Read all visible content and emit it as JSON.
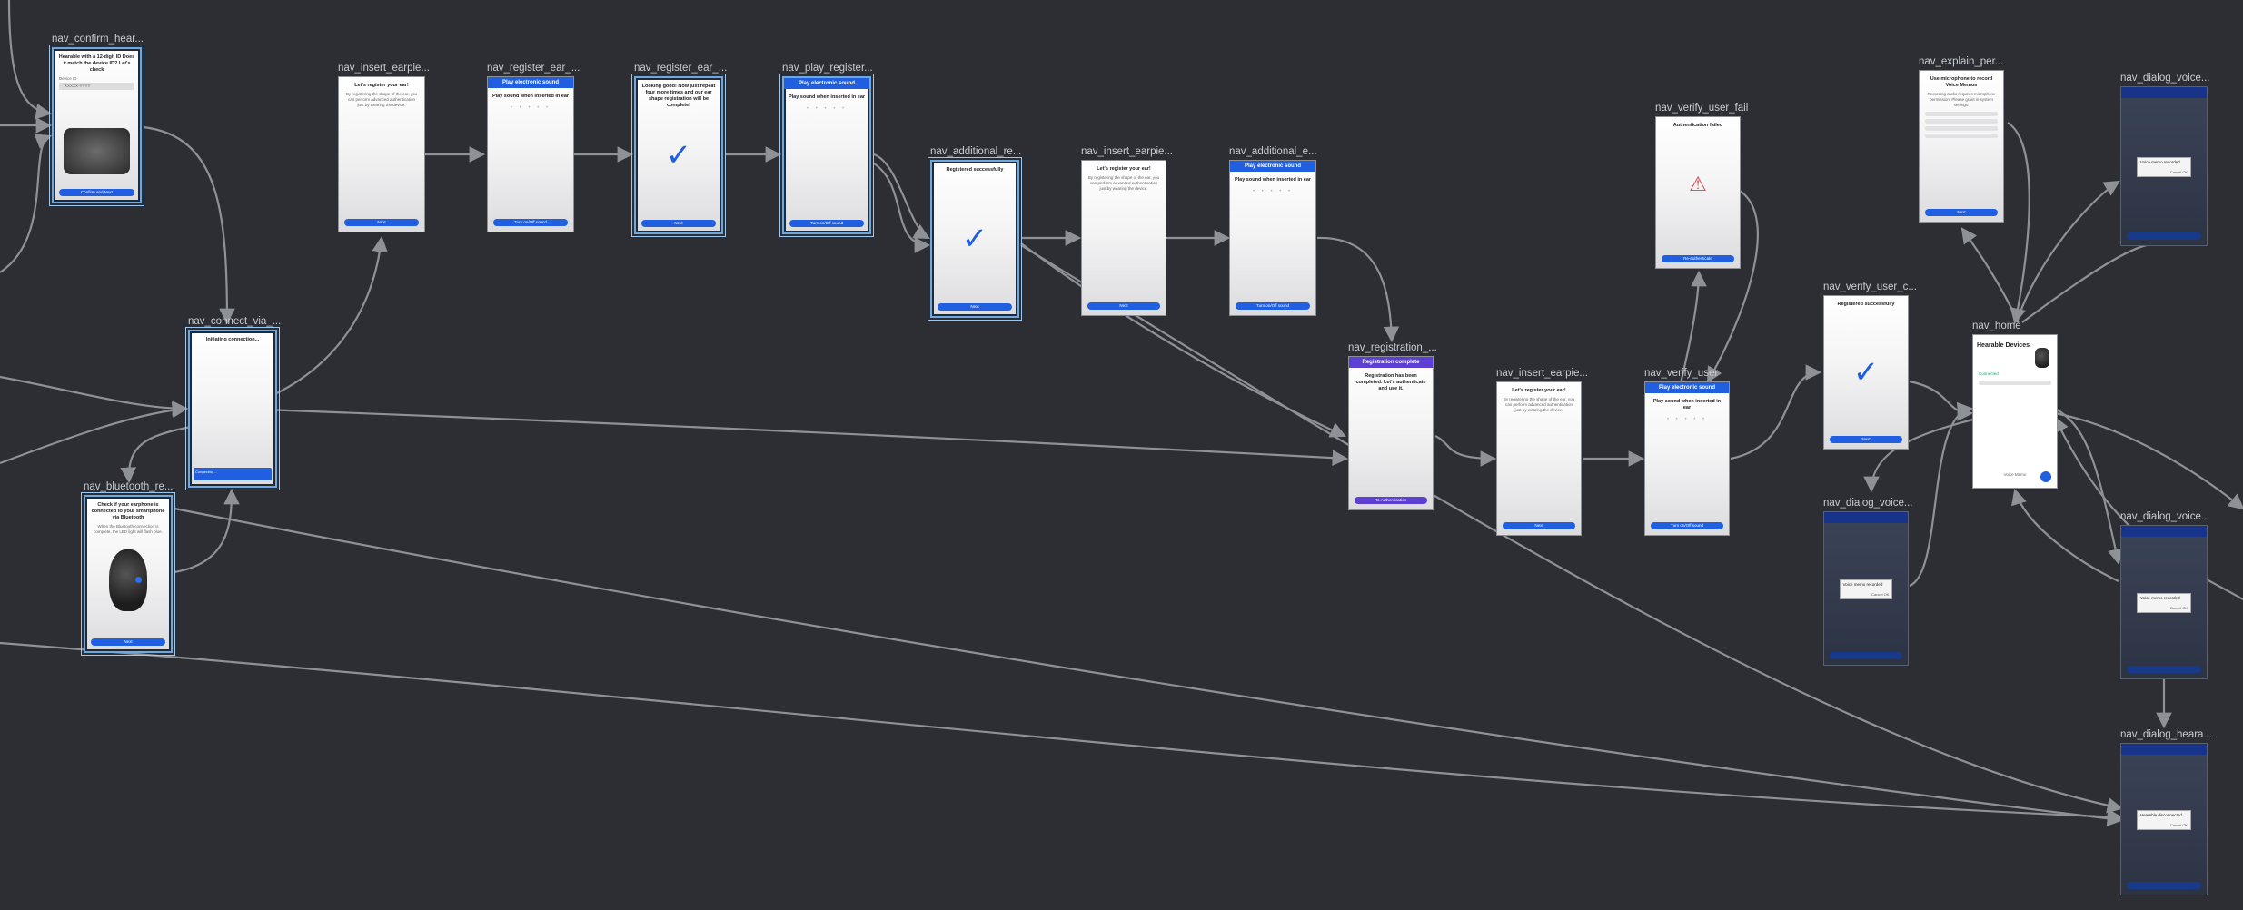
{
  "nodes": {
    "confirm_hearable": {
      "label": "nav_confirm_hear...",
      "title": "Hearable with a 12-digit ID Does it match the device ID? Let's check",
      "field": "Device ID",
      "value": "XXXXX-YYYY",
      "button": "Confirm and Next"
    },
    "insert_earpiece_1": {
      "label": "nav_insert_earpie...",
      "title": "Let's register your ear!",
      "body": "By registering the shape of the ear, you can perform advanced authentication just by wearing the device.",
      "button": "Next"
    },
    "register_ear_1": {
      "label": "nav_register_ear_...",
      "header": "Play electronic sound",
      "title": "Play sound when inserted in ear",
      "button": "Turn on/Off sound"
    },
    "register_ear_2": {
      "label": "nav_register_ear_...",
      "title": "Looking good! Now just repeat four more times and our ear shape registration will be complete!",
      "button": "Next"
    },
    "play_register": {
      "label": "nav_play_register...",
      "header": "Play electronic sound",
      "title": "Play sound when inserted in ear",
      "button": "Turn on/Off sound"
    },
    "additional_re": {
      "label": "nav_additional_re...",
      "title": "Registered successfully",
      "button": "Next"
    },
    "insert_earpiece_2": {
      "label": "nav_insert_earpie...",
      "title": "Let's register your ear!",
      "body": "By registering the shape of the ear, you can perform advanced authentication just by wearing the device.",
      "button": "Next"
    },
    "additional_e": {
      "label": "nav_additional_e...",
      "header": "Play electronic sound",
      "title": "Play sound when inserted in ear",
      "button": "Turn on/Off sound"
    },
    "connect_via": {
      "label": "nav_connect_via_...",
      "title": "Initiating connection...",
      "toast": "Connecting..."
    },
    "bluetooth_re": {
      "label": "nav_bluetooth_re...",
      "title": "Check if your earphone is connected to your smartphone via Bluetooth",
      "body": "When the Bluetooth connection is complete, the LED light will flash blue.",
      "button": "Next"
    },
    "registration": {
      "label": "nav_registration_...",
      "header": "Registration complete",
      "title": "Registration has been completed. Let's authenticate and use it.",
      "button": "To Authentication"
    },
    "insert_earpiece_3": {
      "label": "nav_insert_earpie...",
      "title": "Let's register your ear!",
      "body": "By registering the shape of the ear, you can perform advanced authentication just by wearing the device.",
      "button": "Next"
    },
    "verify_user": {
      "label": "nav_verify_user",
      "header": "Play electronic sound",
      "title": "Play sound when inserted in ear",
      "button": "Turn on/Off sound"
    },
    "verify_user_fail": {
      "label": "nav_verify_user_fail",
      "title": "Authentication failed",
      "button": "Re-authenticate"
    },
    "verify_user_c": {
      "label": "nav_verify_user_c...",
      "title": "Registered successfully",
      "button": "Next"
    },
    "explain_per": {
      "label": "nav_explain_per...",
      "title": "Use microphone to record Voice Memos",
      "body": "Recording audio requires microphone permission. Please grant in system settings.",
      "button": "Next"
    },
    "home": {
      "label": "nav_home",
      "title": "Hearable Devices",
      "status": "Connected",
      "footer": "Voice Memo",
      "fab": "+"
    },
    "dialog_voice_1": {
      "label": "nav_dialog_voice...",
      "dialog": "Voice memo recorded",
      "actions": "Cancel  OK"
    },
    "dialog_voice_2": {
      "label": "nav_dialog_voice...",
      "dialog": "Voice memo recorded",
      "actions": "Cancel  OK"
    },
    "dialog_voice_3": {
      "label": "nav_dialog_voice...",
      "dialog": "Voice memo recorded",
      "actions": "Cancel  OK"
    },
    "dialog_heara": {
      "label": "nav_dialog_heara...",
      "dialog": "Hearable disconnected",
      "actions": "Cancel  OK"
    }
  },
  "icons": {
    "check": "✓",
    "warning": "⚠"
  },
  "colors": {
    "canvas": "#2c2e33",
    "edge": "#8e9196",
    "accent": "#1f5fe0",
    "purple": "#5d3fd3",
    "selection": "#9cc7f0"
  }
}
